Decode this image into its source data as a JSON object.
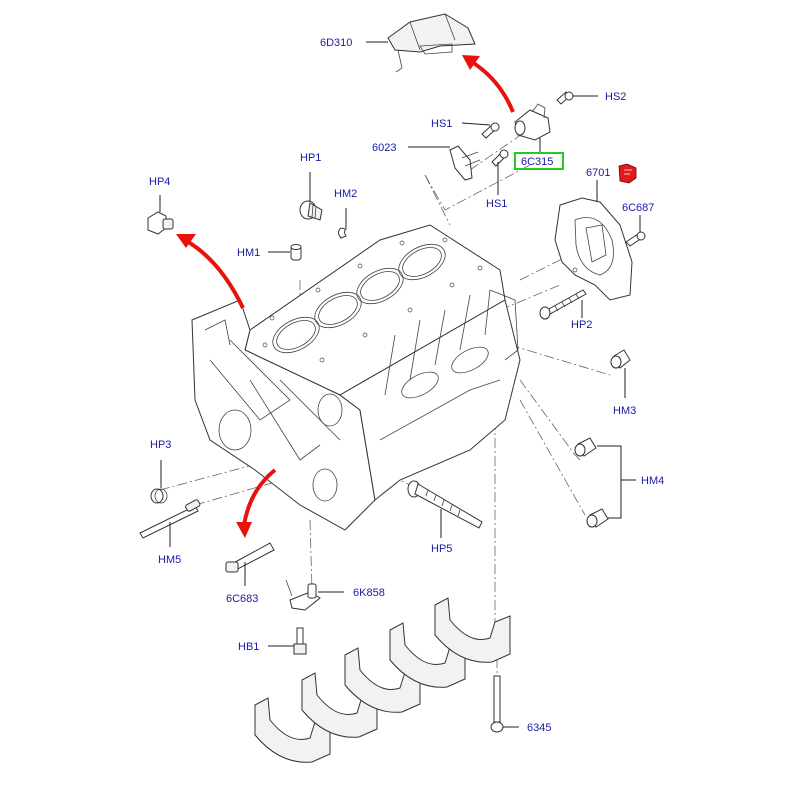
{
  "diagram": {
    "title": "Cylinder block exploded parts view",
    "highlighted_part": "6C315",
    "highlight_color": "#22cc22",
    "arrow_color": "#e8120c",
    "label_color": "#1a1aa8",
    "icons": {
      "catalog_book": "red-book-icon"
    },
    "labels": {
      "p6D310": "6D310",
      "hs2": "HS2",
      "hs1_top": "HS1",
      "p6023": "6023",
      "p6C315": "6C315",
      "hs1_bottom": "HS1",
      "p6701": "6701",
      "p6C687": "6C687",
      "hp4": "HP4",
      "hp1": "HP1",
      "hm2": "HM2",
      "hm1": "HM1",
      "hp2": "HP2",
      "hm3": "HM3",
      "hm4": "HM4",
      "hp3": "HP3",
      "hm5": "HM5",
      "hp5": "HP5",
      "p6C683": "6C683",
      "p6K858": "6K858",
      "hb1": "HB1",
      "p6345": "6345"
    }
  }
}
